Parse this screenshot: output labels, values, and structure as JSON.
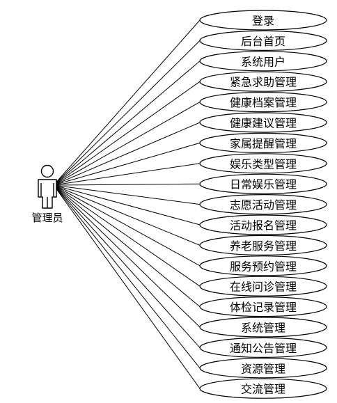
{
  "actor": {
    "name": "管理员"
  },
  "use_cases": [
    {
      "label": "登录"
    },
    {
      "label": "后台首页"
    },
    {
      "label": "系统用户"
    },
    {
      "label": "紧急求助管理"
    },
    {
      "label": "健康档案管理"
    },
    {
      "label": "健康建议管理"
    },
    {
      "label": "家属提醒管理"
    },
    {
      "label": "娱乐类型管理"
    },
    {
      "label": "日常娱乐管理"
    },
    {
      "label": "志愿活动管理"
    },
    {
      "label": "活动报名管理"
    },
    {
      "label": "养老服务管理"
    },
    {
      "label": "服务预约管理"
    },
    {
      "label": "在线问诊管理"
    },
    {
      "label": "体检记录管理"
    },
    {
      "label": "系统管理"
    },
    {
      "label": "通知公告管理"
    },
    {
      "label": "资源管理"
    },
    {
      "label": "交流管理"
    }
  ]
}
